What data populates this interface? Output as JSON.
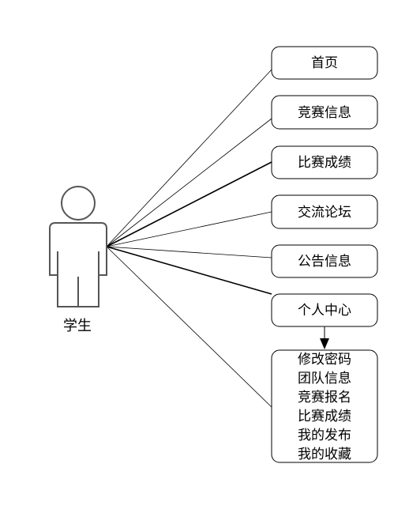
{
  "actor": {
    "label": "学生",
    "icon": "person-icon"
  },
  "use_cases": [
    {
      "id": "home",
      "label": "首页"
    },
    {
      "id": "competition-info",
      "label": "竞赛信息"
    },
    {
      "id": "match-scores",
      "label": "比赛成绩"
    },
    {
      "id": "forum",
      "label": "交流论坛"
    },
    {
      "id": "announcements",
      "label": "公告信息"
    },
    {
      "id": "personal-center",
      "label": "个人中心"
    }
  ],
  "personal_center_items": [
    "修改密码",
    "团队信息",
    "竞赛报名",
    "比赛成绩",
    "我的发布",
    "我的收藏"
  ],
  "colors": {
    "stroke": "#000000",
    "actor_stroke": "#555555",
    "background": "#ffffff"
  }
}
